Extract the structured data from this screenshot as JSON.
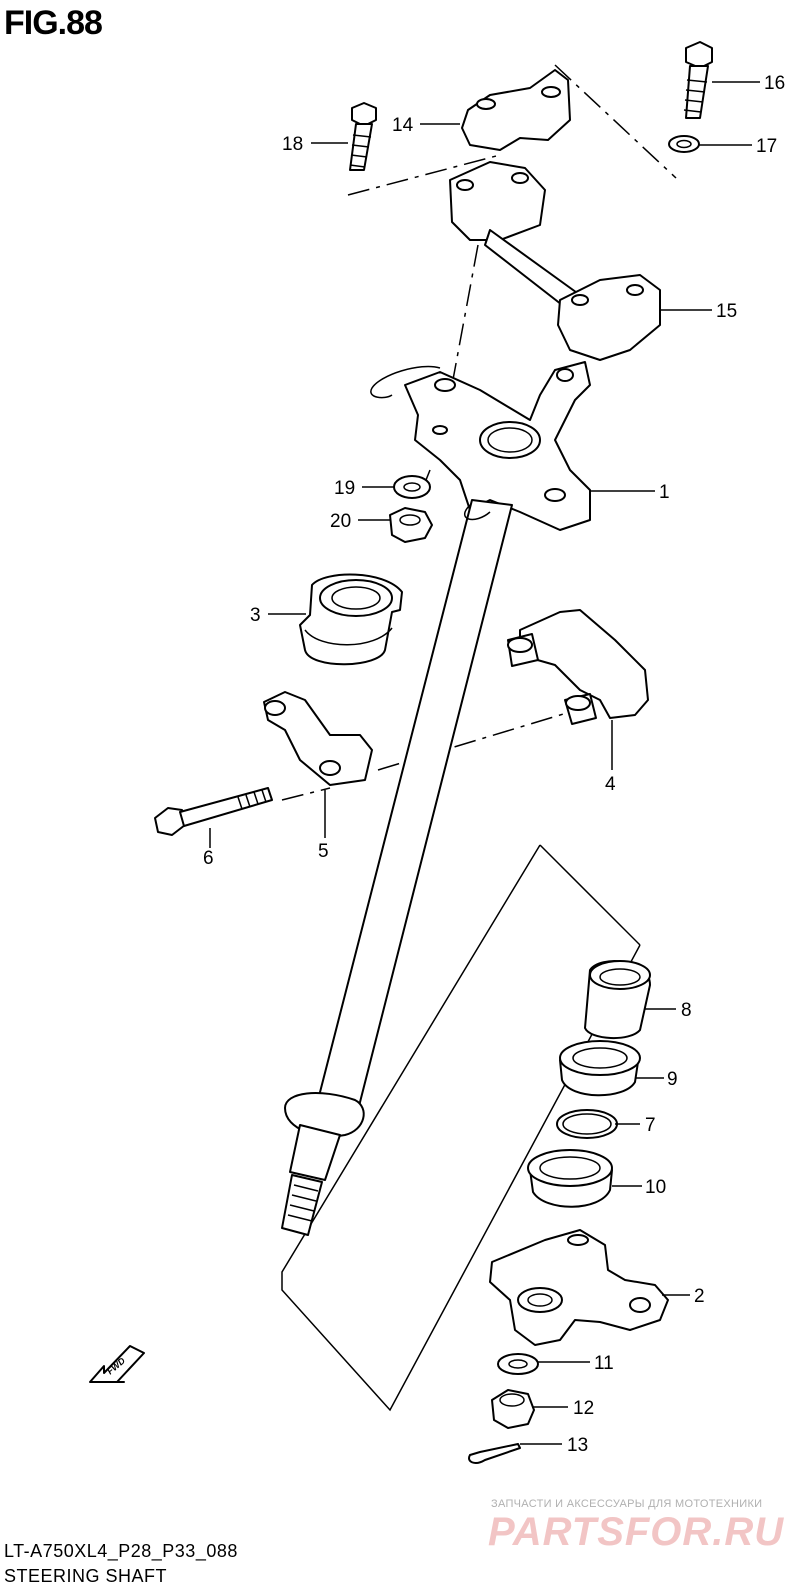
{
  "figure": {
    "title": "FIG.88",
    "model_code": "LT-A750XL4_P28_P33_088",
    "caption": "STEERING SHAFT"
  },
  "callouts": [
    "1",
    "2",
    "3",
    "4",
    "5",
    "6",
    "7",
    "8",
    "9",
    "10",
    "11",
    "12",
    "13",
    "14",
    "15",
    "16",
    "17",
    "18",
    "19",
    "20"
  ],
  "fwd_label": "FWD",
  "watermark": {
    "line1": "ЗАПЧАСТИ И АКСЕССУАРЫ ДЛЯ МОТОТЕХНИКИ",
    "line2": "PARTSFOR.RU"
  }
}
